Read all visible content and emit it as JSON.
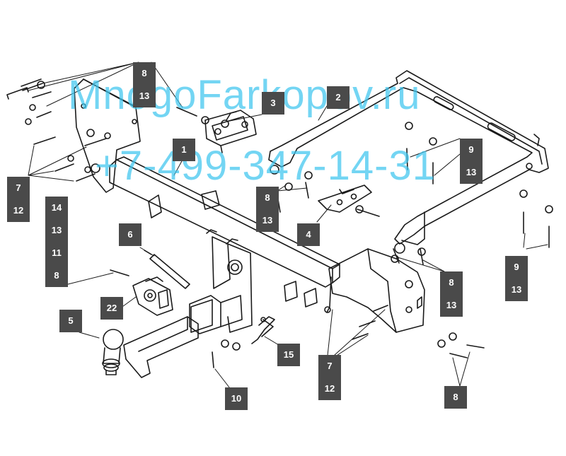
{
  "watermark": {
    "site": "MnogoFarkopov.ru",
    "phone": "+7-499-347-14-31",
    "color": "#3ec6ef"
  },
  "colors": {
    "line": "#1a1a1a",
    "tag_bg": "#4a4a4a",
    "tag_text": "#ffffff"
  },
  "labels": {
    "top_8_13": [
      "8",
      "13"
    ],
    "part_3": "3",
    "part_2": "2",
    "part_1": "1",
    "left_7_12": [
      "7",
      "12"
    ],
    "right_9_13": [
      "9",
      "13"
    ],
    "mid_8_13": [
      "8",
      "13"
    ],
    "stack_14_13_11_8": [
      "14",
      "13",
      "11",
      "8"
    ],
    "part_4": "4",
    "part_6": "6",
    "far_right_9_13": [
      "9",
      "13"
    ],
    "part_22": "22",
    "right_8_13": [
      "8",
      "13"
    ],
    "part_5": "5",
    "part_15": "15",
    "bottom_7_12": [
      "7",
      "12"
    ],
    "part_10": "10",
    "bottom_right_8": "8"
  }
}
